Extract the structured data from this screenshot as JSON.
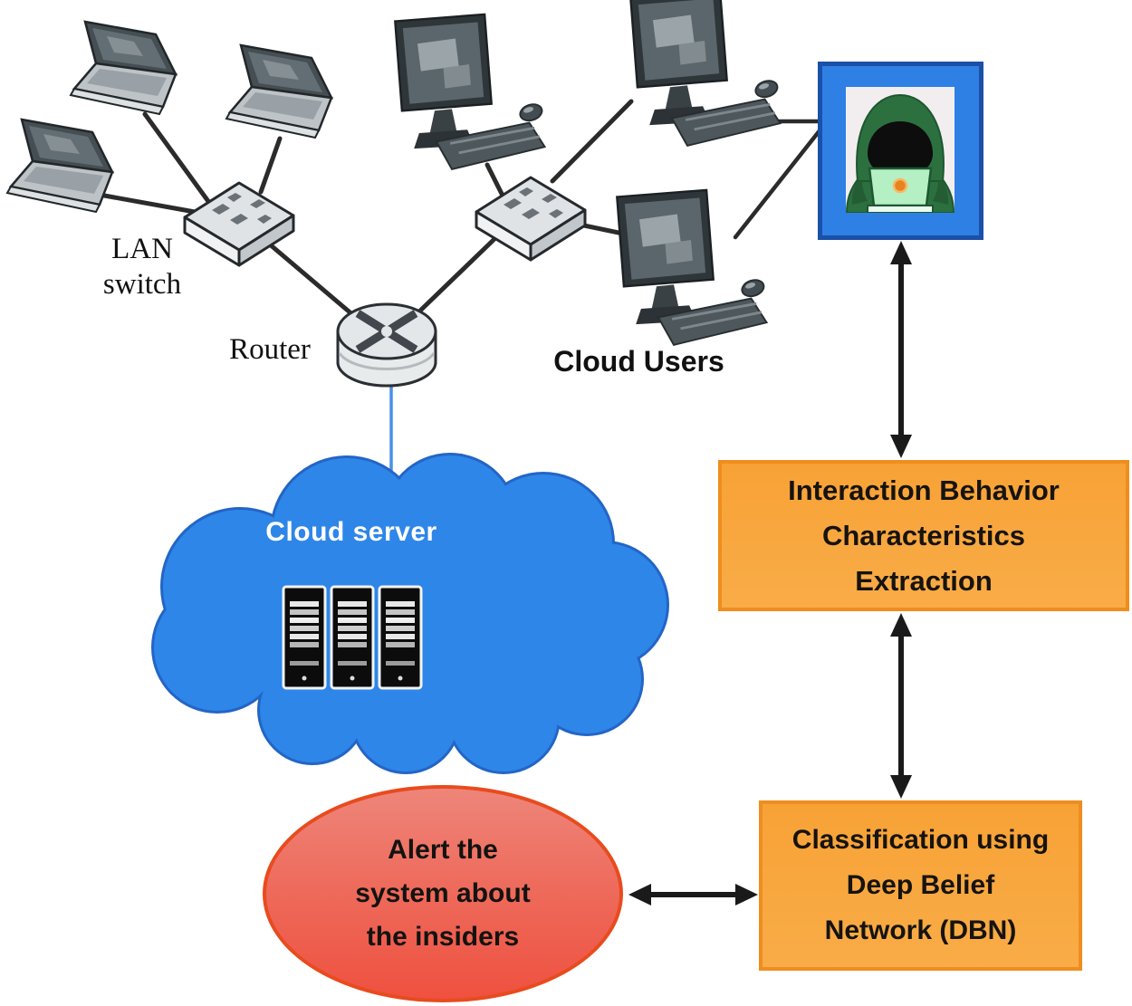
{
  "figure": {
    "network": {
      "lan_switch_label": "LAN\nswitch",
      "router_label": "Router",
      "cloud_users_label": "Cloud Users",
      "cloud_server_label": "Cloud server",
      "laptop_count": 3,
      "desktop_count": 3,
      "lan_switch_count": 2,
      "server_rack_count": 3
    },
    "pipeline": {
      "extraction_box_label": "Interaction Behavior\nCharacteristics\nExtraction",
      "classification_box_label": "Classification using\nDeep Belief\nNetwork (DBN)",
      "alert_label": "Alert the\nsystem about\nthe insiders"
    },
    "colors": {
      "cloud_blue": "#2e86e8",
      "cloud_outline": "#2365c6",
      "box_orange_fill_top": "#f7a236",
      "box_orange_fill_bottom": "#f9ac47",
      "box_orange_border": "#ef8d1e",
      "ellipse_fill_top": "#ee857a",
      "ellipse_fill_bottom": "#ef5140",
      "ellipse_border": "#e84b1e",
      "hacker_box_blue": "#2f80e4",
      "hacker_box_border": "#1a50a8",
      "hoodie_green": "#2d7040",
      "hoodie_green_dark": "#1d5730",
      "hacker_laptop_mint": "#b5efc4",
      "hacker_laptop_dot": "#e8831e",
      "link_black": "#2b2b2b",
      "link_blue": "#4a90e8",
      "arrow_black": "#1a1a1a",
      "cloud_text_white": "#ffffff"
    }
  }
}
